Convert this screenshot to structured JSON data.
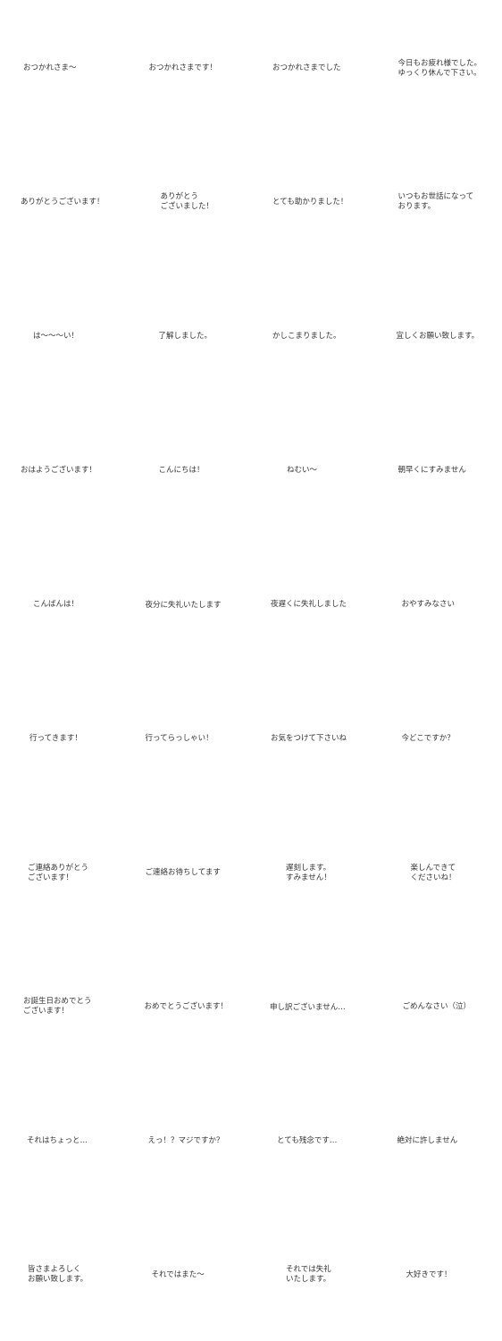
{
  "stickers": [
    {
      "text": "おつかれさま〜"
    },
    {
      "text": "おつかれさまです！"
    },
    {
      "text": "おつかれさまでした"
    },
    {
      "text": "今日もお疲れ様でした。\nゆっくり休んで下さい。"
    },
    {
      "text": "ありがとうございます！"
    },
    {
      "text": "ありがとう\nございました！"
    },
    {
      "text": "とても助かりました！"
    },
    {
      "text": "いつもお世話になって\nおります。"
    },
    {
      "text": "は〜〜〜い！"
    },
    {
      "text": "了解しました。"
    },
    {
      "text": "かしこまりました。"
    },
    {
      "text": "宜しくお願い致します。"
    },
    {
      "text": "おはようございます！"
    },
    {
      "text": "こんにちは！"
    },
    {
      "text": "ねむい〜"
    },
    {
      "text": "朝早くにすみません"
    },
    {
      "text": "こんばんは！"
    },
    {
      "text": "夜分に失礼いたします"
    },
    {
      "text": "夜遅くに失礼しました"
    },
    {
      "text": "おやすみなさい"
    },
    {
      "text": "行ってきます！"
    },
    {
      "text": "行ってらっしゃい！"
    },
    {
      "text": "お気をつけて下さいね"
    },
    {
      "text": "今どこですか？"
    },
    {
      "text": "ご連絡ありがとう\nございます！"
    },
    {
      "text": "ご連絡お待ちしてます"
    },
    {
      "text": "遅刻します。\nすみません！"
    },
    {
      "text": "楽しんできて\nくださいね！"
    },
    {
      "text": "お誕生日おめでとう\nございます！"
    },
    {
      "text": "おめでとうございます！"
    },
    {
      "text": "申し訳ございません…"
    },
    {
      "text": "ごめんなさい（泣）"
    },
    {
      "text": "それはちょっと…"
    },
    {
      "text": "えっ！？マジですか？"
    },
    {
      "text": "とても残念です…"
    },
    {
      "text": "絶対に許しません"
    },
    {
      "text": "皆さまよろしく\nお願い致します。"
    },
    {
      "text": "それではまた〜"
    },
    {
      "text": "それでは失礼\nいたします。"
    },
    {
      "text": "大好きです！"
    }
  ]
}
